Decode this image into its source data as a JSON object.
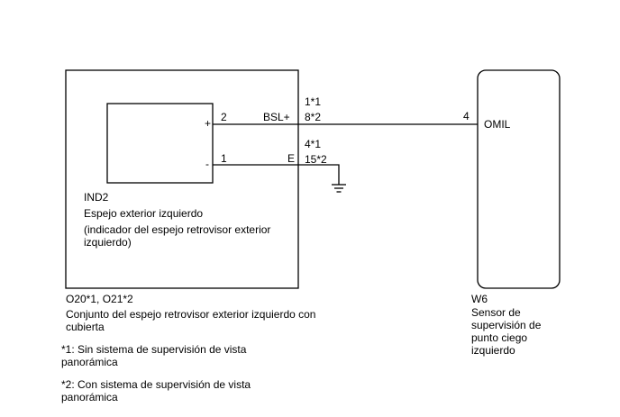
{
  "mirror_assembly": {
    "connector_code": "O20*1, O21*2",
    "name": "Conjunto del espejo retrovisor exterior izquierdo con cubierta"
  },
  "indicator": {
    "code": "IND2",
    "name": "Espejo exterior izquierdo",
    "description": "(indicador del espejo retrovisor exterior izquierdo)",
    "terminal_plus_symbol": "+",
    "terminal_minus_symbol": "-",
    "terminal_plus_pin": "2",
    "terminal_minus_pin": "1"
  },
  "connector_pins": {
    "bsl_signal": "BSL+",
    "bsl_pin_1": "1*1",
    "bsl_pin_2": "8*2",
    "ground_signal": "E",
    "ground_pin_1": "4*1",
    "ground_pin_2": "15*2"
  },
  "sensor": {
    "connector_code": "W6",
    "name": "Sensor de supervisión de punto ciego izquierdo",
    "pin": "4",
    "signal": "OMIL"
  },
  "notes": {
    "note_1": "*1: Sin sistema de supervisión de vista panorámica",
    "note_2": "*2: Con sistema de supervisión de vista panorámica"
  }
}
